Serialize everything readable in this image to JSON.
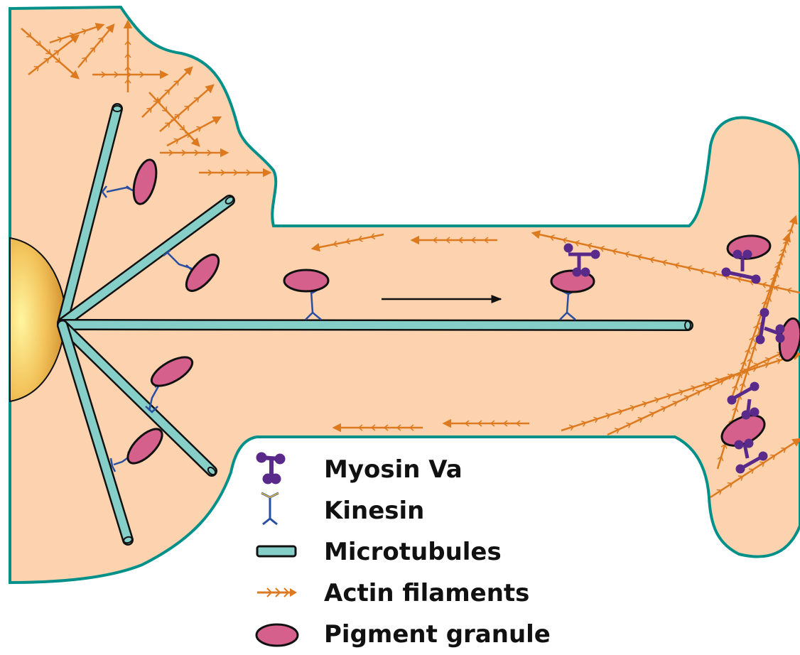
{
  "colors": {
    "cell_fill": "#fcd3ae",
    "cell_outline": "#00908a",
    "nucleus": "#e8a33c",
    "microtubule": "#86cfc8",
    "actin": "#dd7a1f",
    "granule": "#d4608b",
    "myosin": "#5a2a8a",
    "kinesin": "#2a4fa0"
  },
  "legend": {
    "items": [
      {
        "label": "Myosin Va",
        "icon": "myosin-icon"
      },
      {
        "label": "Kinesin",
        "icon": "kinesin-icon"
      },
      {
        "label": "Microtubules",
        "icon": "microtubule-icon"
      },
      {
        "label": "Actin filaments",
        "icon": "actin-filament-icon"
      },
      {
        "label": "Pigment granule",
        "icon": "pigment-granule-icon"
      }
    ]
  }
}
